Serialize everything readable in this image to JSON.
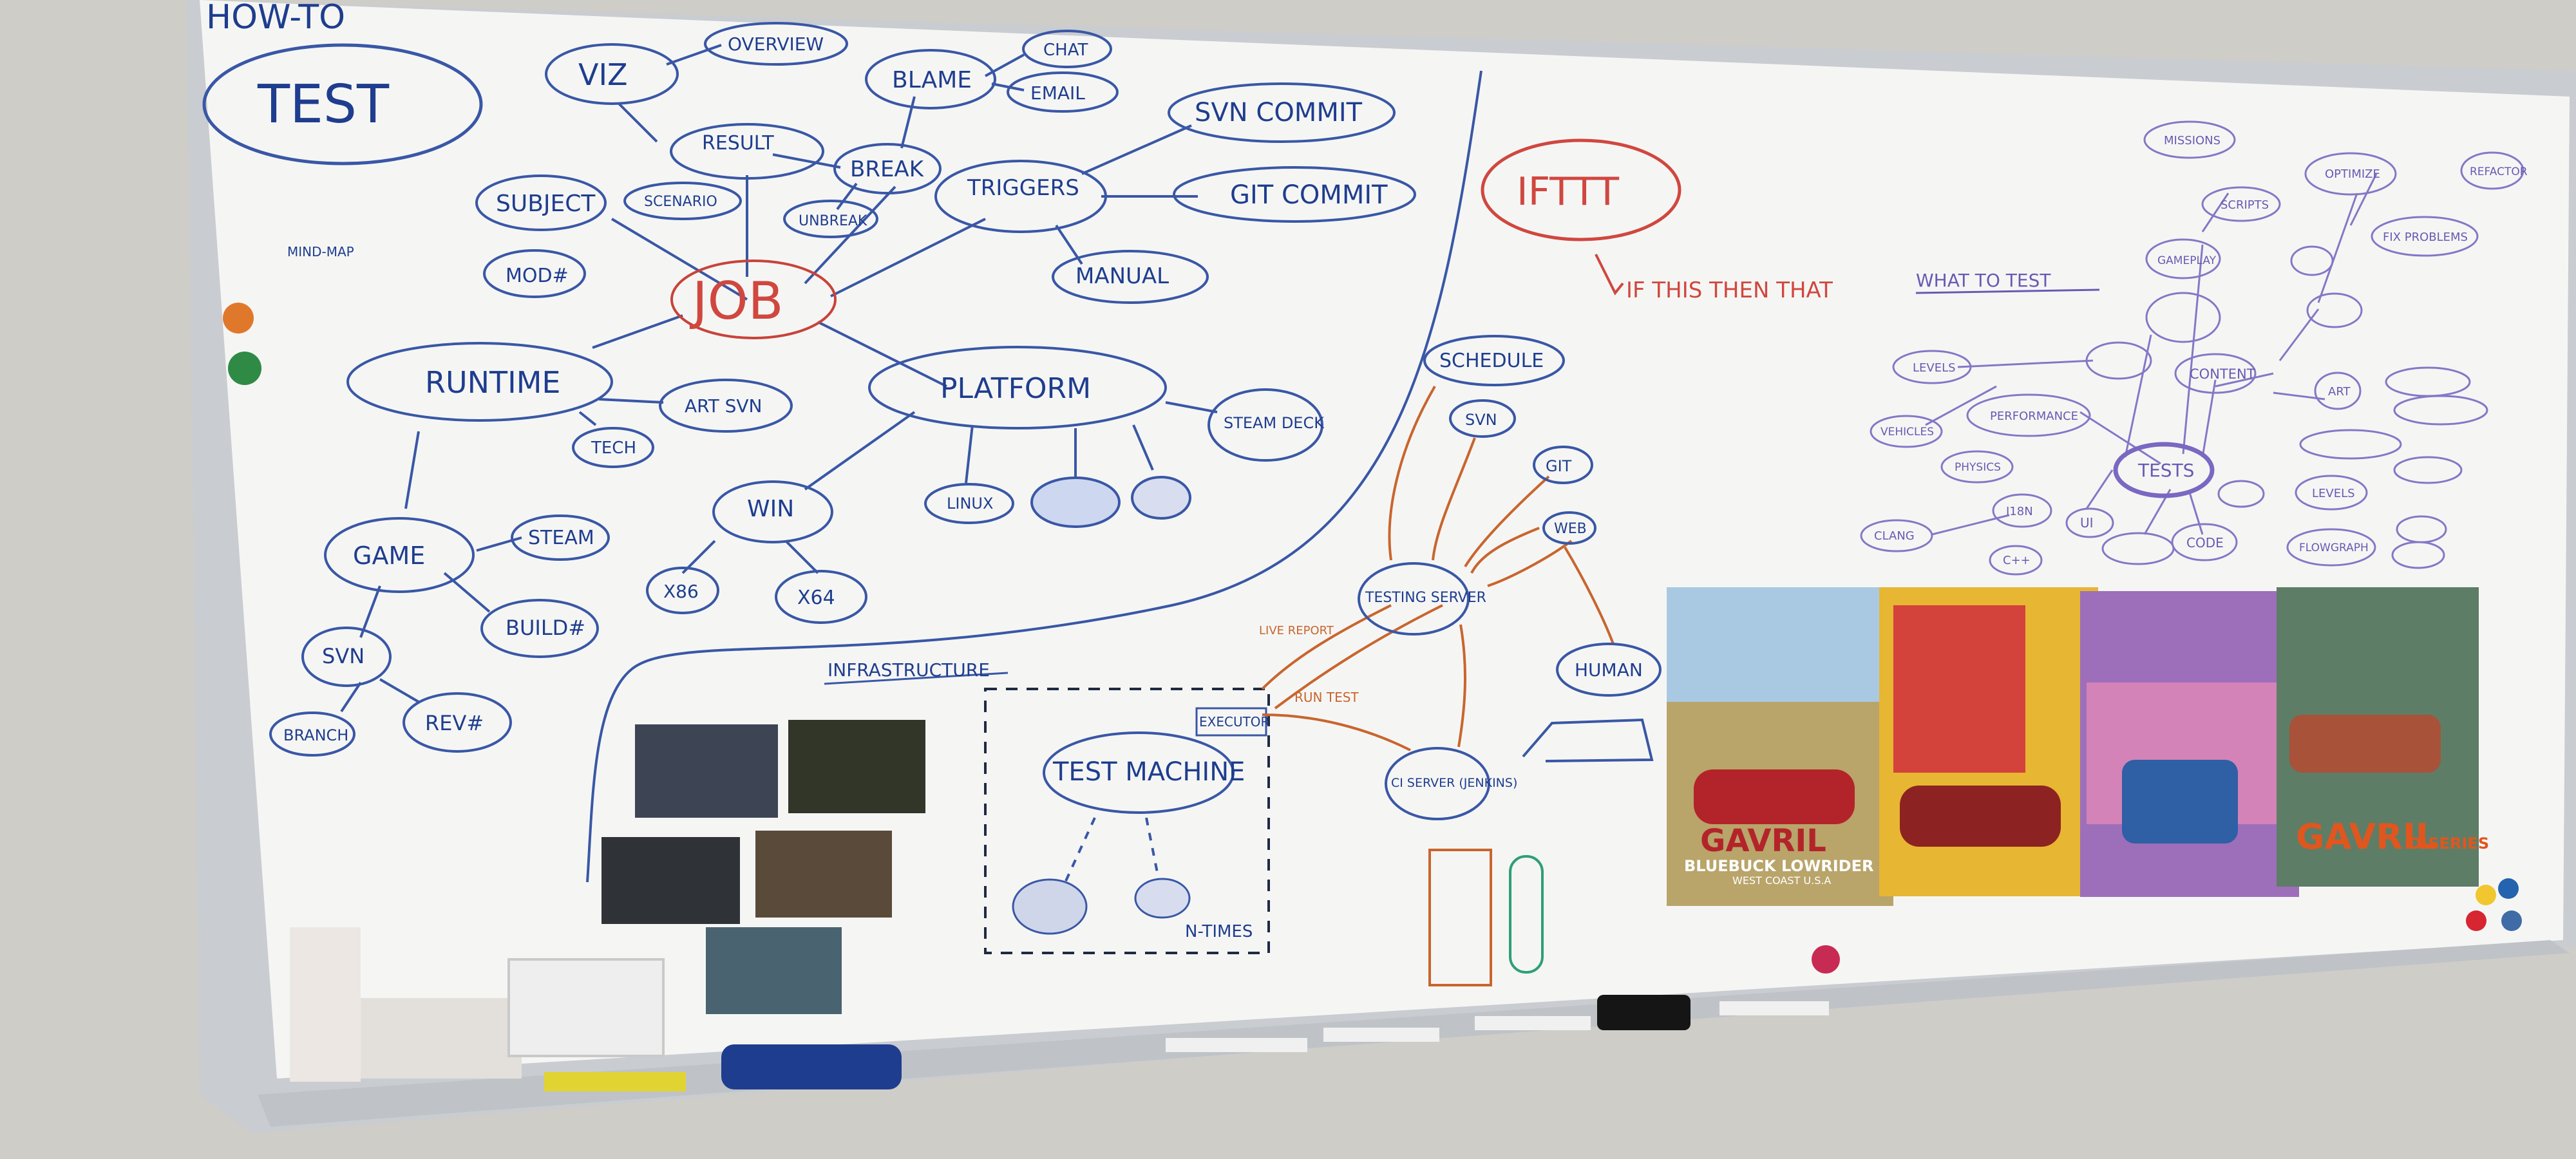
{
  "colors": {
    "blue_marker": "#1f3d8f",
    "red_marker": "#d0473f",
    "orange_marker": "#c9652e",
    "purple_marker": "#6a59b3",
    "green_marker": "#2f9f75",
    "board": "#f4f5f3",
    "frame": "#c9ccd0",
    "wall": "#cdcbc6"
  },
  "board": {
    "header": "HOW-TO",
    "test_bubble": "TEST",
    "mind_map": "MIND-MAP",
    "job": "JOB",
    "viz": "VIZ",
    "overview": "OVERVIEW",
    "result": "RESULT",
    "subject": "SUBJECT",
    "scenario": "SCENARIO",
    "mod": "MOD#",
    "blame": "BLAME",
    "chat": "CHAT",
    "email": "EMAIL",
    "break": "BREAK",
    "unbreak": "UNBREAK",
    "triggers": "TRIGGERS",
    "svn_commit": "SVN COMMIT",
    "git_commit": "GIT COMMIT",
    "manual": "MANUAL",
    "runtime": "RUNTIME",
    "art_svn": "ART SVN",
    "tech": "TECH",
    "platform": "PLATFORM",
    "steam_deck": "STEAM DECK",
    "linux": "LINUX",
    "win": "WIN",
    "x86": "X86",
    "x64": "X64",
    "game": "GAME",
    "steam": "STEAM",
    "build": "BUILD#",
    "svn": "SVN",
    "branch": "BRANCH",
    "rev": "REV#",
    "infrastructure": "INFRASTRUCTURE",
    "test_machine": "TEST MACHINE",
    "executor": "EXECUTOR",
    "n_times": "N-TIMES",
    "ifttt": "IFTTT",
    "ifttt_note": "IF THIS THEN THAT",
    "schedule": "SCHEDULE",
    "svn_small": "SVN",
    "git": "GIT",
    "web": "WEB",
    "testing_server": "TESTING SERVER",
    "human": "HUMAN",
    "ci_server": "CI SERVER (JENKINS)",
    "live_report": "LIVE REPORT",
    "run_test": "RUN TEST",
    "what_to_test": "WHAT TO TEST",
    "tests": "TESTS",
    "missions": "MISSIONS",
    "scripts": "SCRIPTS",
    "gameplay": "GAMEPLAY",
    "optimize": "OPTIMIZE",
    "refactor": "REFACTOR",
    "fix_problems": "FIX PROBLEMS",
    "content": "CONTENT",
    "art": "ART",
    "levels": "LEVELS",
    "vehicles": "VEHICLES",
    "performance": "PERFORMANCE",
    "physics": "PHYSICS",
    "ui": "UI",
    "i18n": "I18N",
    "code": "CODE",
    "clang": "CLANG",
    "cpp": "C++",
    "flowgraph": "FLOWGRAPH"
  },
  "posters": {
    "bluebuck_brand": "GAVRIL",
    "bluebuck_model": "BLUEBUCK LOWRIDER",
    "bluebuck_sub": "WEST COAST U.S.A",
    "dseries_brand": "GAVRIL",
    "dseries_model": "D-SERIES"
  }
}
